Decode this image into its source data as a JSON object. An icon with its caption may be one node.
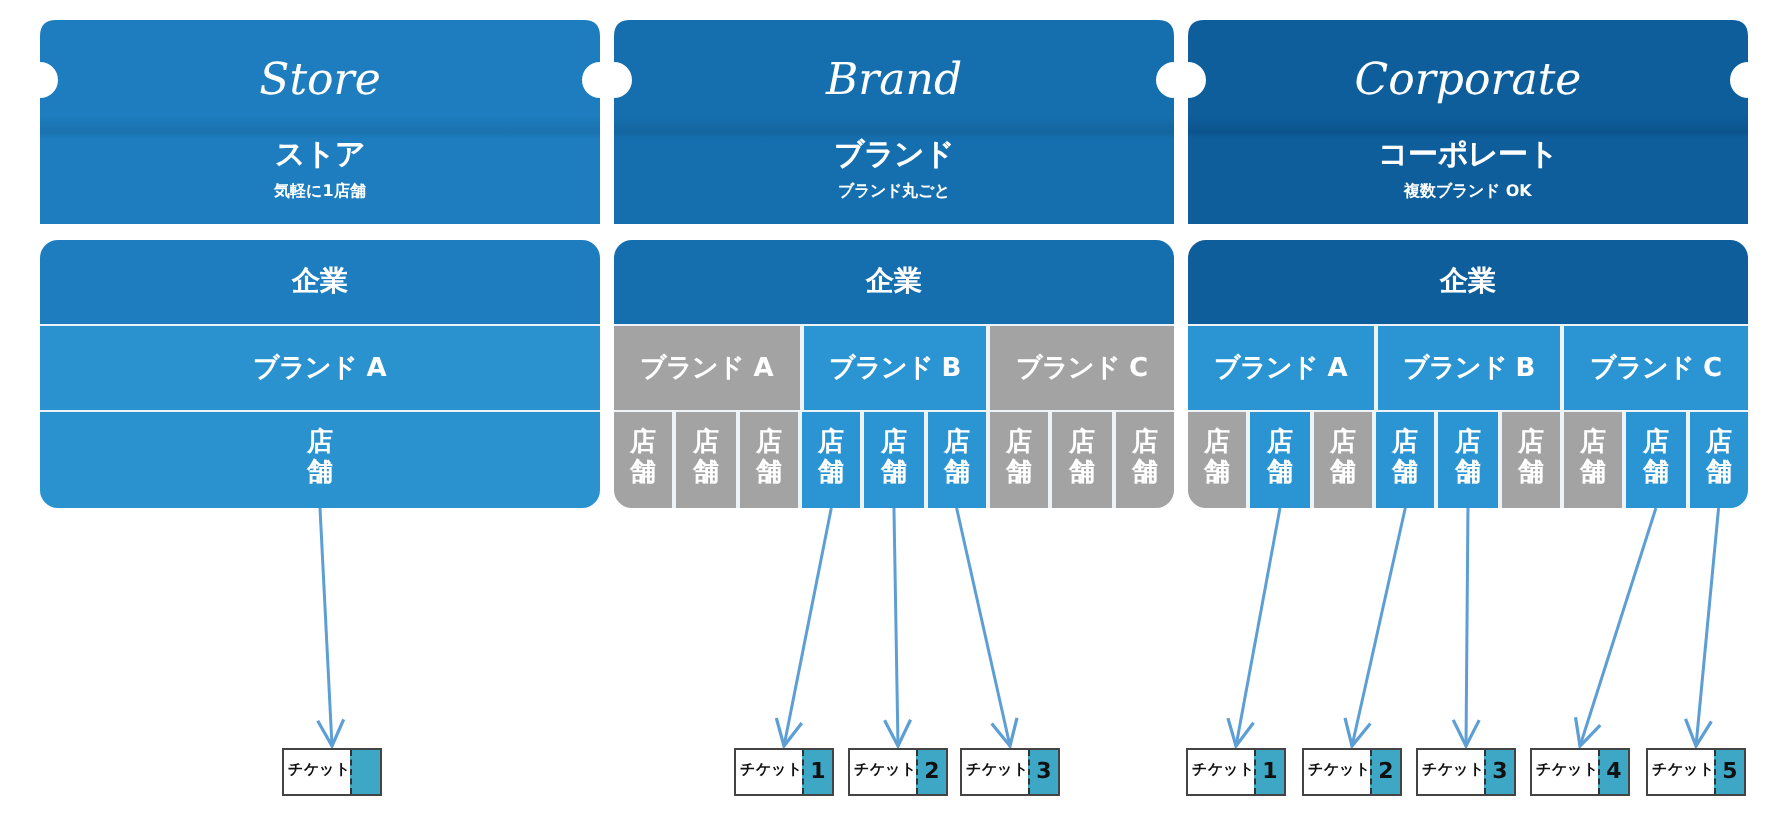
{
  "diagram": {
    "nodes": [
      {
        "text": [
          "Store",
          "ストア",
          "気軽に1店舗"
        ]
      },
      {
        "text": [
          "企業"
        ]
      },
      {
        "text": [
          "ブランド A"
        ],
        "in": 1
      },
      {
        "text": [
          "店舗"
        ],
        "in": 1
      },
      {
        "text": [
          "Brand",
          "ブランド",
          "ブランド丸ごと"
        ]
      },
      {
        "text": [
          "企業"
        ]
      },
      {
        "text": [
          "ブランド A"
        ],
        "in": 5
      },
      {
        "text": [
          "ブランド B"
        ],
        "in": 5
      },
      {
        "text": [
          "ブランド C"
        ],
        "in": 5
      },
      {
        "text": [
          "店舗"
        ],
        "in": 5
      },
      {
        "text": [
          "店舗"
        ],
        "in": 5
      },
      {
        "text": [
          "店舗"
        ],
        "in": 5
      },
      {
        "text": [
          "店舗"
        ],
        "in": 5
      },
      {
        "text": [
          "店舗"
        ],
        "in": 5
      },
      {
        "text": [
          "店舗"
        ],
        "in": 5
      },
      {
        "text": [
          "店舗"
        ],
        "in": 5
      },
      {
        "text": [
          "店舗"
        ],
        "in": 5
      },
      {
        "text": [
          "店舗"
        ],
        "in": 5
      },
      {
        "text": [
          "Corporate",
          "コーポレート",
          "複数ブランド OK"
        ]
      },
      {
        "text": [
          "企業"
        ]
      },
      {
        "text": [
          "ブランド A"
        ],
        "in": 19
      },
      {
        "text": [
          "ブランド B"
        ],
        "in": 19
      },
      {
        "text": [
          "ブランド C"
        ],
        "in": 19
      },
      {
        "text": [
          "店舗"
        ],
        "in": 19
      },
      {
        "text": [
          "店舗"
        ],
        "in": 19
      },
      {
        "text": [
          "店舗"
        ],
        "in": 19
      },
      {
        "text": [
          "店舗"
        ],
        "in": 19
      },
      {
        "text": [
          "店舗"
        ],
        "in": 19
      },
      {
        "text": [
          "店舗"
        ],
        "in": 19
      },
      {
        "text": [
          "店舗"
        ],
        "in": 19
      },
      {
        "text": [
          "店舗"
        ],
        "in": 19
      },
      {
        "text": [
          "店舗"
        ],
        "in": 19
      },
      {
        "text": [
          "チケット"
        ]
      },
      {
        "text": [
          "チケット",
          "1"
        ]
      },
      {
        "text": [
          "チケット",
          "2"
        ]
      },
      {
        "text": [
          "チケット",
          "3"
        ]
      },
      {
        "text": [
          "チケット",
          "1"
        ]
      },
      {
        "text": [
          "チケット",
          "2"
        ]
      },
      {
        "text": [
          "チケット",
          "3"
        ]
      },
      {
        "text": [
          "チケット",
          "4"
        ]
      },
      {
        "text": [
          "チケット",
          "5"
        ]
      }
    ],
    "edges": [
      {
        "from": 3,
        "to": 32,
        "arrow": "to"
      },
      {
        "from": 12,
        "to": 33,
        "arrow": "to"
      },
      {
        "from": 13,
        "to": 34,
        "arrow": "to"
      },
      {
        "from": 14,
        "to": 35,
        "arrow": "to"
      },
      {
        "from": 24,
        "to": 36,
        "arrow": "to"
      },
      {
        "from": 26,
        "to": 37,
        "arrow": "to"
      },
      {
        "from": 27,
        "to": 38,
        "arrow": "to"
      },
      {
        "from": 30,
        "to": 39,
        "arrow": "to"
      },
      {
        "from": 31,
        "to": 40,
        "arrow": "to"
      }
    ]
  }
}
